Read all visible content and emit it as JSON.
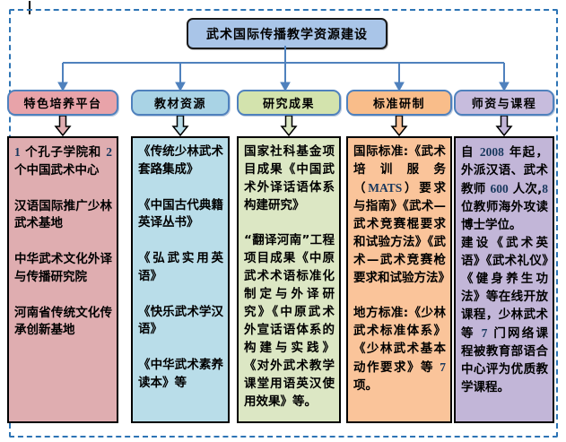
{
  "root": {
    "title": "武术国际传播教学资源建设",
    "fill": "#a9c5e8"
  },
  "frame": {
    "style": "dashed",
    "color": "#2d74b5"
  },
  "connector": {
    "color": "#4f81bd"
  },
  "columns": [
    {
      "label": "特色培养平台",
      "colors": {
        "header": "#e8a3a9",
        "content": "#dfadb0"
      },
      "paragraphs": [
        "1 个孔子学院和 2 个中国武术中心",
        "汉语国际推广少林武术基地",
        "中华武术文化外译与传播研究院",
        "河南省传统文化传承创新基地"
      ]
    },
    {
      "label": "教材资源",
      "colors": {
        "header": "#a9d3e5",
        "content": "#b9dde9"
      },
      "paragraphs": [
        "《传统少林武术套路集成》",
        "《中国古代典籍英译丛书》",
        "《弘武实用英语》",
        "《快乐武术学汉语》",
        "《中华武术素养读本》等"
      ]
    },
    {
      "label": "研究成果",
      "colors": {
        "header": "#d3e3ad",
        "content": "#dce7c4"
      },
      "paragraphs": [
        "国家社科基金项目成果《中国武术外译话语体系构建研究》",
        "“翻译河南”工程项目成果《中原武术术语标准化制定与外译研究》《中原武术外宣话语体系的构建与实践》《对外武术教学课堂用语英汉使用效果》等。"
      ]
    },
    {
      "label": "标准研制",
      "colors": {
        "header": "#f9bd8a",
        "content": "#fac49a"
      },
      "paragraphs": [
        "国际标准:《武术培训服务（MATS）要求与指南》《武术—武术竞赛棍要求和试验方法》《武术—武术竞赛枪要求和试验方法》",
        "地方标准:《少林武术标准体系》《少林武术基本动作要求》等 7 项。"
      ]
    },
    {
      "label": "师资与课程",
      "colors": {
        "header": "#c7bcdd",
        "content": "#c2b6d8"
      },
      "paragraphs": [
        "自 2008 年起，外派汉语、武术教师 600 人次,8 位教师海外攻读博士学位。",
        "建设《武术英语》《武术礼仪》《健身养生功法》等在线开放课程，少林武术等 7 门网络课程被教育部语合中心评为优质教学课程。"
      ]
    }
  ]
}
